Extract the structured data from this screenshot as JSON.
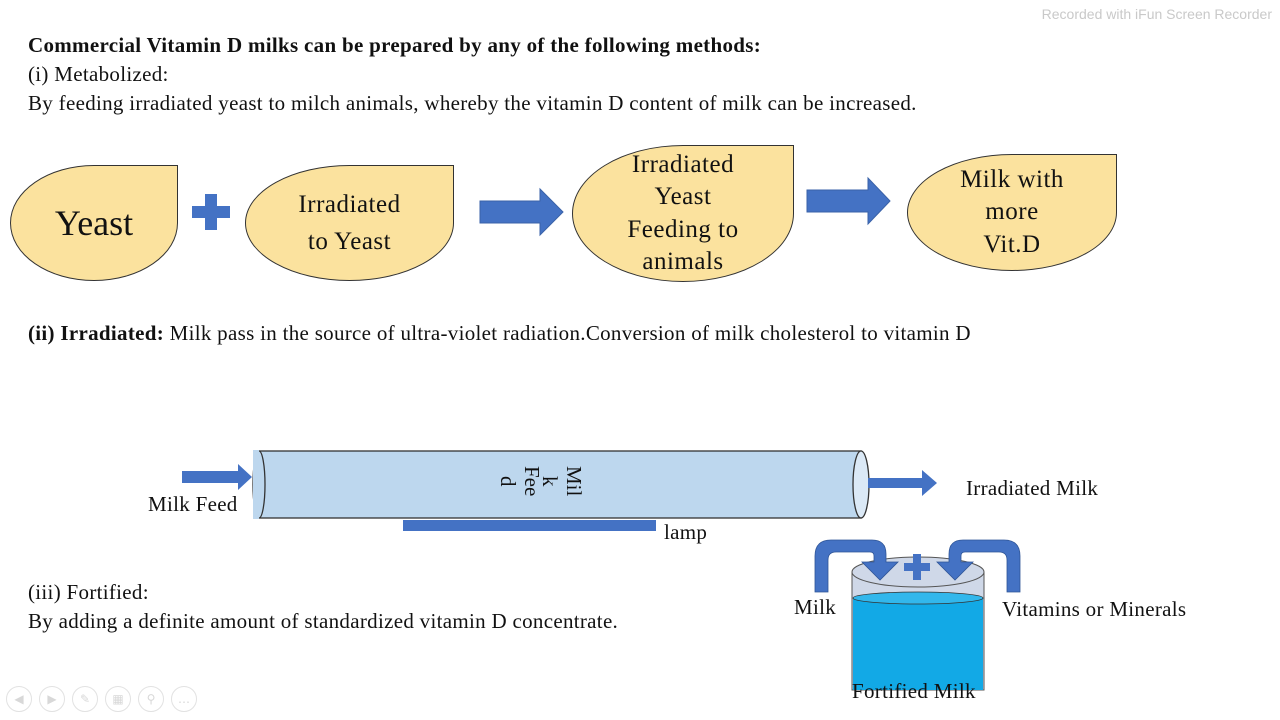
{
  "watermark": "Recorded with iFun Screen Recorder",
  "heading": "Commercial Vitamin D milks can be prepared by any of the following methods:",
  "method1": {
    "title": "(i) Metabolized:",
    "description": "By feeding irradiated yeast to milch animals, whereby the vitamin D content of milk can be increased."
  },
  "flow": {
    "step1": "Yeast",
    "step2_line1": "Irradiated",
    "step2_line2": "to Yeast",
    "step3_line1": "Irradiated",
    "step3_line2": "Yeast",
    "step3_line3": "Feeding to",
    "step3_line4": "animals",
    "step4_line1": "Milk with",
    "step4_line2": "more",
    "step4_line3": "Vit.D"
  },
  "method2": {
    "title": "(ii) Irradiated:",
    "description": "Milk pass in the source of ultra-violet radiation.Conversion of milk cholesterol to vitamin D"
  },
  "irradiator": {
    "input_label": "Milk Feed",
    "vertical_line1": "Mil",
    "vertical_line2": "k",
    "vertical_line3": "Fee",
    "vertical_line4": "d",
    "lamp_label": "lamp",
    "output_label": "Irradiated Milk"
  },
  "method3": {
    "title": "(iii) Fortified:",
    "description": "By adding a definite amount of standardized vitamin D concentrate."
  },
  "fortify": {
    "milk_label": "Milk",
    "additive_label": "Vitamins or Minerals",
    "result_label": "Fortified Milk"
  },
  "colors": {
    "shape_fill": "#fbe29e",
    "arrow_blue": "#4472c4",
    "tube_fill": "#bdd7ee",
    "tank_water": "#12a9e6",
    "cursor": "#e6007e"
  },
  "toolbar": {
    "icons": [
      "prev-slide-icon",
      "next-slide-icon",
      "pen-icon",
      "slides-grid-icon",
      "zoom-icon",
      "more-icon"
    ]
  }
}
